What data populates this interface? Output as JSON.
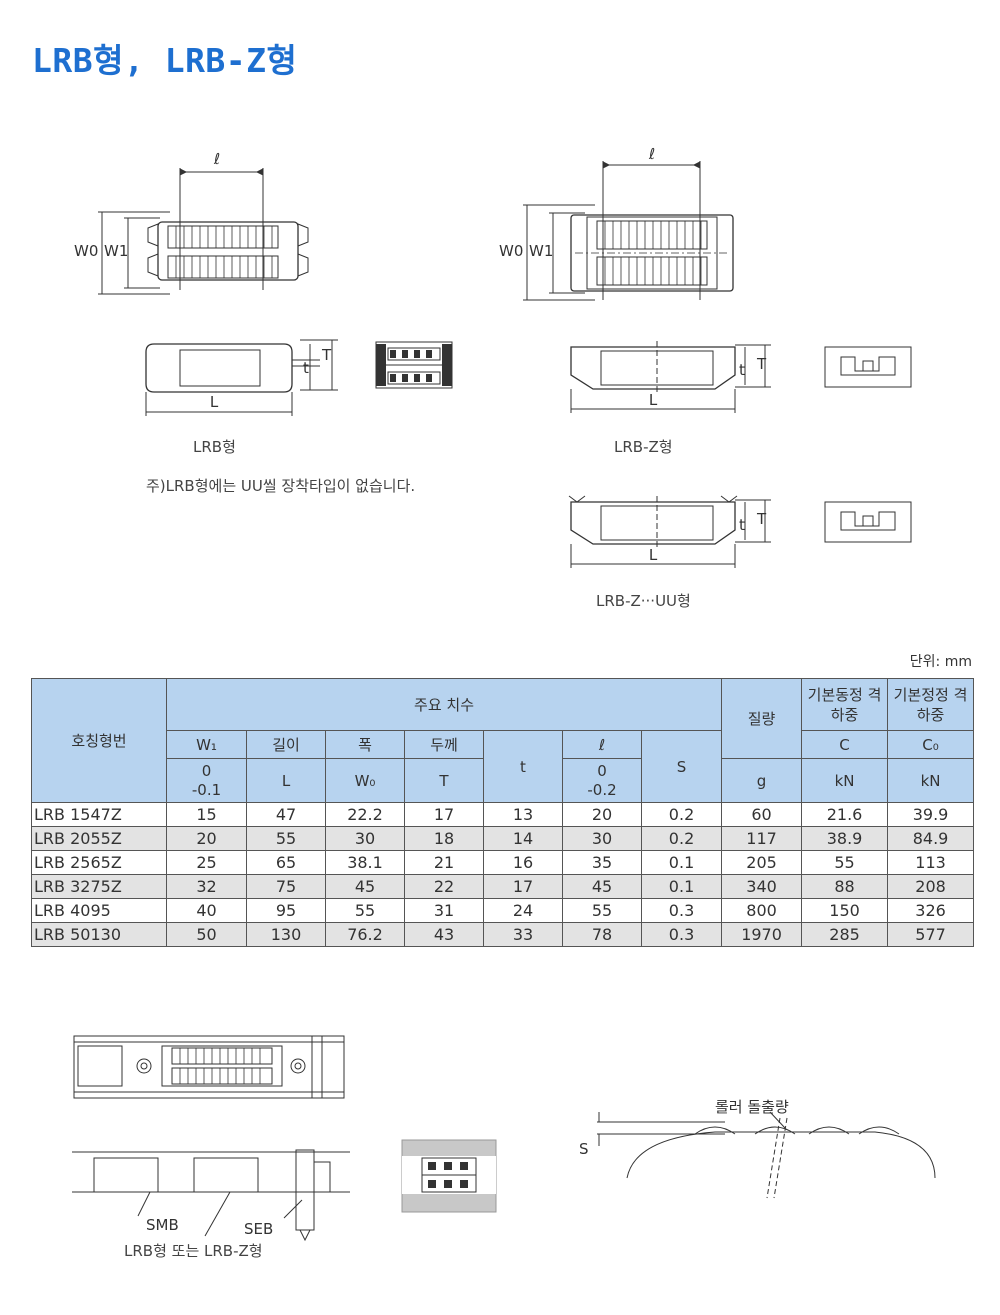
{
  "title": "LRB형, LRB-Z형",
  "diagrams": {
    "dim_l": "ℓ",
    "dim_w0": "W0",
    "dim_w1": "W1",
    "dim_L": "L",
    "dim_t": "t",
    "dim_T": "T",
    "dim_S": "S",
    "caption_lrb": "LRB형",
    "caption_lrbz": "LRB-Z형",
    "caption_lrbz_uu": "LRB-Z···UU형",
    "note": "주)LRB형에는 UU씰 장착타입이 없습니다.",
    "label_smb": "SMB",
    "label_seb": "SEB",
    "caption_mount": "LRB형 또는 LRB-Z형",
    "label_roller": "롤러 돌출량"
  },
  "table": {
    "unit": "단위: mm",
    "header": {
      "model": "호칭형번",
      "main_dims": "주요 치수",
      "mass": "질량",
      "dynamic": "기본동정 격하중",
      "static": "기본정정 격하중",
      "w1": "W₁",
      "w1_tol_top": "0",
      "w1_tol_bottom": "-0.1",
      "length": "길이",
      "length_sym": "L",
      "width": "폭",
      "width_sym": "W₀",
      "thickness": "두께",
      "thickness_sym": "T",
      "t_sym": "t",
      "l_sym": "ℓ",
      "l_tol_top": "0",
      "l_tol_bottom": "-0.2",
      "s_sym": "S",
      "mass_unit": "g",
      "c_sym": "C",
      "c_unit": "kN",
      "c0_sym": "C₀",
      "c0_unit": "kN"
    },
    "rows": [
      [
        "LRB 1547Z",
        "15",
        "47",
        "22.2",
        "17",
        "13",
        "20",
        "0.2",
        "60",
        "21.6",
        "39.9"
      ],
      [
        "LRB 2055Z",
        "20",
        "55",
        "30",
        "18",
        "14",
        "30",
        "0.2",
        "117",
        "38.9",
        "84.9"
      ],
      [
        "LRB 2565Z",
        "25",
        "65",
        "38.1",
        "21",
        "16",
        "35",
        "0.1",
        "205",
        "55",
        "113"
      ],
      [
        "LRB 3275Z",
        "32",
        "75",
        "45",
        "22",
        "17",
        "45",
        "0.1",
        "340",
        "88",
        "208"
      ],
      [
        "LRB 4095",
        "40",
        "95",
        "55",
        "31",
        "24",
        "55",
        "0.3",
        "800",
        "150",
        "326"
      ],
      [
        "LRB 50130",
        "50",
        "130",
        "76.2",
        "43",
        "33",
        "78",
        "0.3",
        "1970",
        "285",
        "577"
      ]
    ]
  }
}
